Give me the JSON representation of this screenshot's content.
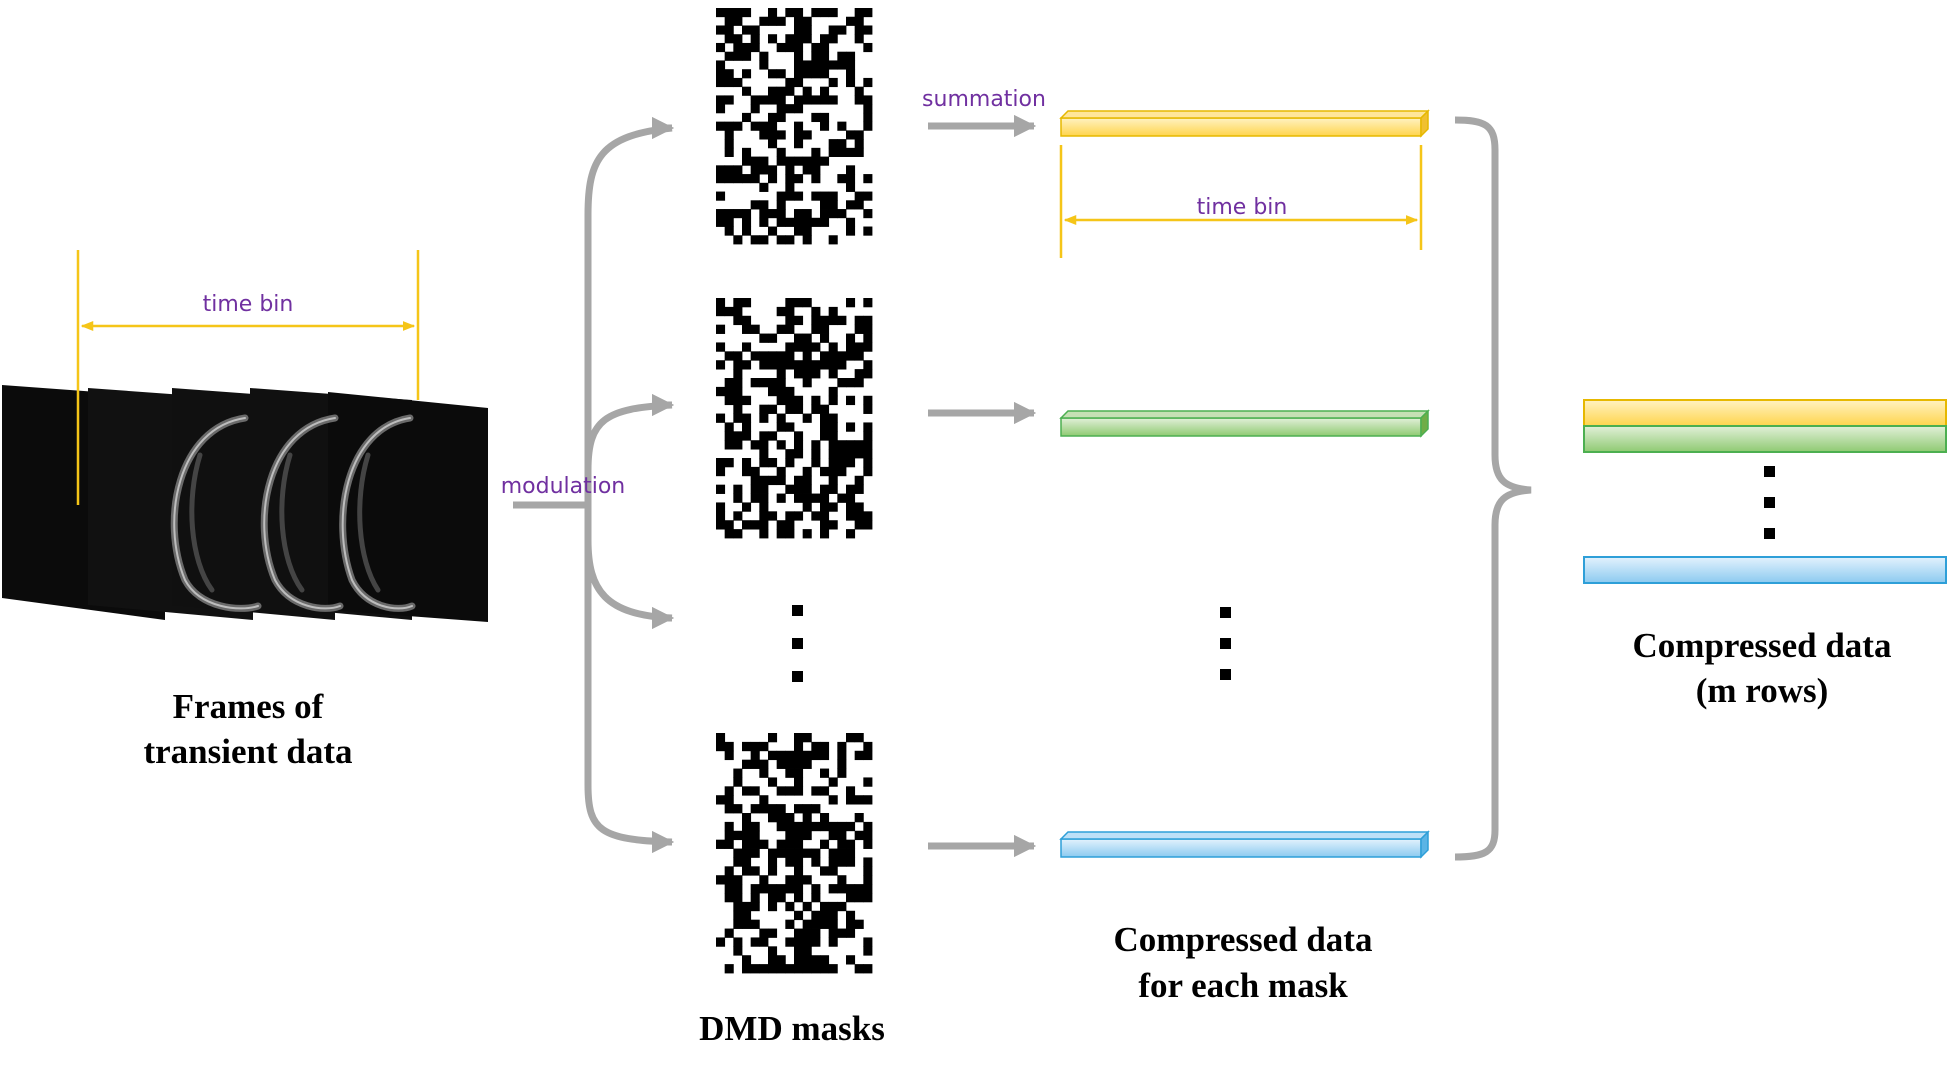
{
  "labels": {
    "time_bin_left": "time bin",
    "time_bin_right": "time bin",
    "modulation": "modulation",
    "summation": "summation",
    "frames_line1": "Frames of",
    "frames_line2": "transient data",
    "dmd_masks": "DMD masks",
    "each_mask_line1": "Compressed data",
    "each_mask_line2": "for each mask",
    "compressed_line1": "Compressed data",
    "compressed_line2": "(m rows)"
  },
  "colors": {
    "accent_yellow": "#f5c518",
    "bar_yellow": "#ffd966",
    "bar_green": "#a9d18e",
    "bar_blue": "#9dc3e6",
    "arrow_gray": "#a6a6a6",
    "label_purple": "#7030a0"
  },
  "masks": {
    "count_shown": 3,
    "grid_cols": 18,
    "grid_rows": 27
  }
}
